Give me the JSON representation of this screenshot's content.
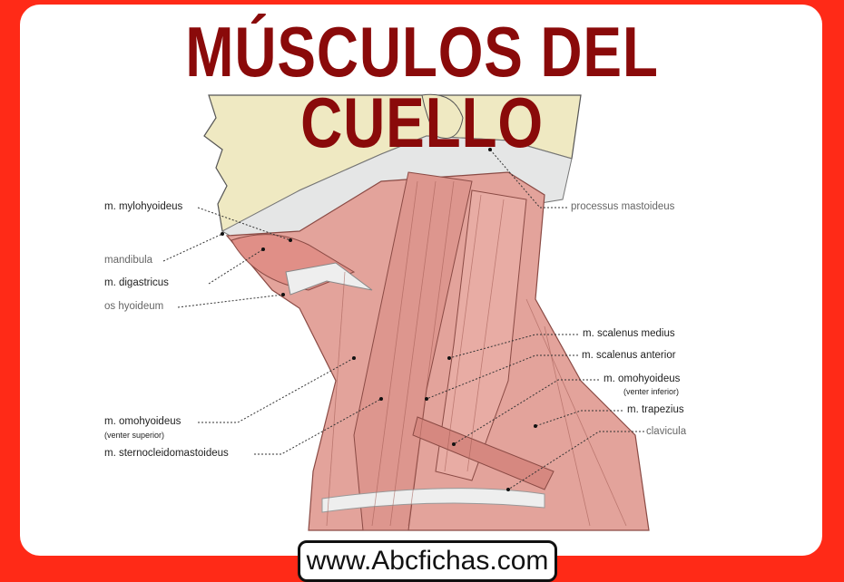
{
  "title": "MÚSCULOS DEL CUELLO",
  "labels": {
    "mylohyoideus": "m. mylohyoideus",
    "mandibula": "mandibula",
    "digastricus": "m. digastricus",
    "os_hyoideum": "os hyoideum",
    "omohyoideus_sup": "m. omohyoideus",
    "omohyoideus_sup_sub": "(venter superior)",
    "sternocleidomastoideus": "m. sternocleidomastoideus",
    "processus_mastoideus": "processus mastoideus",
    "scalenus_medius": "m. scalenus medius",
    "scalenus_anterior": "m. scalenus anterior",
    "omohyoideus_inf": "m. omohyoideus",
    "omohyoideus_inf_sub": "(venter inferior)",
    "trapezius": "m. trapezius",
    "clavicula": "clavicula"
  },
  "footer": {
    "url": "www.Abcfichas.com"
  },
  "colors": {
    "frame": "#ff2a17",
    "title": "#8a0a0a",
    "muscle": "#e3a39b",
    "bone": "#efe9c2"
  }
}
